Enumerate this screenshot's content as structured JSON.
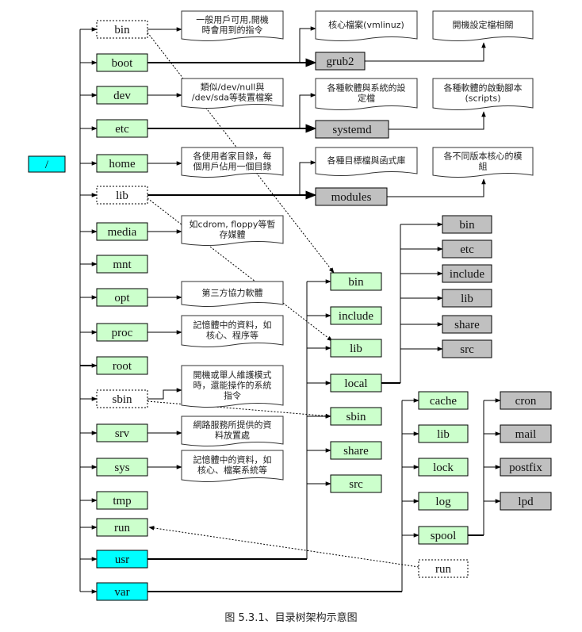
{
  "caption": "图 5.3.1、目录树架构示意图",
  "colors": {
    "green": "#ccffcc",
    "cyan": "#00ffff",
    "gray": "#c0c0c0",
    "white": "#ffffff",
    "line": "#000000"
  },
  "root": {
    "label": "/"
  },
  "top_dirs": [
    {
      "key": "bin",
      "label": "bin",
      "style": "dashed"
    },
    {
      "key": "boot",
      "label": "boot",
      "style": "green"
    },
    {
      "key": "dev",
      "label": "dev",
      "style": "green"
    },
    {
      "key": "etc",
      "label": "etc",
      "style": "green"
    },
    {
      "key": "home",
      "label": "home",
      "style": "green"
    },
    {
      "key": "lib",
      "label": "lib",
      "style": "dashed"
    },
    {
      "key": "media",
      "label": "media",
      "style": "green"
    },
    {
      "key": "mnt",
      "label": "mnt",
      "style": "green"
    },
    {
      "key": "opt",
      "label": "opt",
      "style": "green"
    },
    {
      "key": "proc",
      "label": "proc",
      "style": "green"
    },
    {
      "key": "root",
      "label": "root",
      "style": "green"
    },
    {
      "key": "sbin",
      "label": "sbin",
      "style": "dashed"
    },
    {
      "key": "srv",
      "label": "srv",
      "style": "green"
    },
    {
      "key": "sys",
      "label": "sys",
      "style": "green"
    },
    {
      "key": "tmp",
      "label": "tmp",
      "style": "green"
    },
    {
      "key": "run",
      "label": "run",
      "style": "green"
    },
    {
      "key": "usr",
      "label": "usr",
      "style": "cyan"
    },
    {
      "key": "var",
      "label": "var",
      "style": "cyan"
    }
  ],
  "sub_dirs": [
    {
      "key": "grub2",
      "label": "grub2",
      "style": "gray"
    },
    {
      "key": "systemd",
      "label": "systemd",
      "style": "gray"
    },
    {
      "key": "modules",
      "label": "modules",
      "style": "gray"
    }
  ],
  "usr_dirs": [
    {
      "key": "usr_bin",
      "label": "bin"
    },
    {
      "key": "usr_include",
      "label": "include"
    },
    {
      "key": "usr_lib",
      "label": "lib"
    },
    {
      "key": "usr_local",
      "label": "local"
    },
    {
      "key": "usr_sbin",
      "label": "sbin"
    },
    {
      "key": "usr_share",
      "label": "share"
    },
    {
      "key": "usr_src",
      "label": "src"
    }
  ],
  "local_dirs": [
    {
      "key": "local_bin",
      "label": "bin"
    },
    {
      "key": "local_etc",
      "label": "etc"
    },
    {
      "key": "local_include",
      "label": "include"
    },
    {
      "key": "local_lib",
      "label": "lib"
    },
    {
      "key": "local_share",
      "label": "share"
    },
    {
      "key": "local_src",
      "label": "src"
    }
  ],
  "var_dirs": [
    {
      "key": "var_cache",
      "label": "cache"
    },
    {
      "key": "var_lib",
      "label": "lib"
    },
    {
      "key": "var_lock",
      "label": "lock"
    },
    {
      "key": "var_log",
      "label": "log"
    },
    {
      "key": "var_spool",
      "label": "spool"
    },
    {
      "key": "var_run",
      "label": "run"
    }
  ],
  "spool_dirs": [
    {
      "key": "spool_cron",
      "label": "cron"
    },
    {
      "key": "spool_mail",
      "label": "mail"
    },
    {
      "key": "spool_postfix",
      "label": "postfix"
    },
    {
      "key": "spool_lpd",
      "label": "lpd"
    }
  ],
  "notes": [
    {
      "key": "note_bin",
      "lines": [
        "一般用戶可用,開機",
        "時會用到的指令"
      ]
    },
    {
      "key": "note_kernel",
      "lines": [
        "核心檔案(vmlinuz)"
      ]
    },
    {
      "key": "note_bootcfg",
      "lines": [
        "開機設定檔相關"
      ]
    },
    {
      "key": "note_dev",
      "lines": [
        "類似/dev/null與",
        "/dev/sda等裝置檔案"
      ]
    },
    {
      "key": "note_etc",
      "lines": [
        "各種軟體與系統的設",
        "定檔"
      ]
    },
    {
      "key": "note_systemd",
      "lines": [
        "各種軟體的啟動腳本",
        "(scripts)"
      ]
    },
    {
      "key": "note_home",
      "lines": [
        "各使用者家目錄，每",
        "個用戶佔用一個目錄"
      ]
    },
    {
      "key": "note_lib",
      "lines": [
        "各種目標檔與函式庫"
      ]
    },
    {
      "key": "note_modules",
      "lines": [
        "各不同版本核心的模",
        "組"
      ]
    },
    {
      "key": "note_media",
      "lines": [
        "如cdrom, floppy等暫",
        "存媒體"
      ]
    },
    {
      "key": "note_opt",
      "lines": [
        "第三方協力軟體"
      ]
    },
    {
      "key": "note_proc",
      "lines": [
        "記憶體中的資料，如",
        "核心、程序等"
      ]
    },
    {
      "key": "note_sbin",
      "lines": [
        "開機或單人維護模式",
        "時，還能操作的系統",
        "指令"
      ]
    },
    {
      "key": "note_srv",
      "lines": [
        "網路服務所提供的資",
        "料放置處"
      ]
    },
    {
      "key": "note_sys",
      "lines": [
        "記憶體中的資料，如",
        "核心、檔案系統等"
      ]
    }
  ]
}
